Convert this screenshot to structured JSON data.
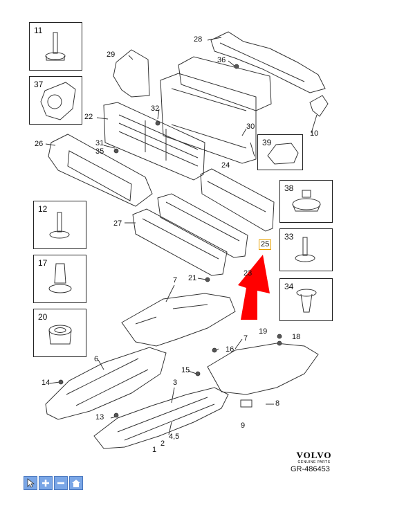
{
  "insets": [
    {
      "id": "11",
      "label": "11"
    },
    {
      "id": "37",
      "label": "37"
    },
    {
      "id": "12",
      "label": "12"
    },
    {
      "id": "17",
      "label": "17"
    },
    {
      "id": "20",
      "label": "20"
    },
    {
      "id": "38",
      "label": "38"
    },
    {
      "id": "33",
      "label": "33"
    },
    {
      "id": "34",
      "label": "34"
    },
    {
      "id": "39",
      "label": "39"
    }
  ],
  "callouts": [
    {
      "id": "28",
      "label": "28"
    },
    {
      "id": "29",
      "label": "29"
    },
    {
      "id": "36",
      "label": "36"
    },
    {
      "id": "32",
      "label": "32"
    },
    {
      "id": "22",
      "label": "22"
    },
    {
      "id": "30",
      "label": "30"
    },
    {
      "id": "10",
      "label": "10"
    },
    {
      "id": "26",
      "label": "26"
    },
    {
      "id": "31",
      "label": "31"
    },
    {
      "id": "35",
      "label": "35"
    },
    {
      "id": "24",
      "label": "24"
    },
    {
      "id": "27",
      "label": "27"
    },
    {
      "id": "25",
      "label": "25"
    },
    {
      "id": "23",
      "label": "23"
    },
    {
      "id": "21",
      "label": "21"
    },
    {
      "id": "7a",
      "label": "7"
    },
    {
      "id": "19",
      "label": "19"
    },
    {
      "id": "18",
      "label": "18"
    },
    {
      "id": "7b",
      "label": "7"
    },
    {
      "id": "16",
      "label": "16"
    },
    {
      "id": "6",
      "label": "6"
    },
    {
      "id": "15",
      "label": "15"
    },
    {
      "id": "14",
      "label": "14"
    },
    {
      "id": "3",
      "label": "3"
    },
    {
      "id": "8",
      "label": "8"
    },
    {
      "id": "9",
      "label": "9"
    },
    {
      "id": "13",
      "label": "13"
    },
    {
      "id": "45",
      "label": "4,5"
    },
    {
      "id": "2",
      "label": "2"
    },
    {
      "id": "1",
      "label": "1"
    }
  ],
  "brand": {
    "logo": "VOLVO",
    "sub": "GENUINE PARTS"
  },
  "reference": "GR-486453",
  "toolbar": [
    {
      "name": "select-tool-button",
      "icon": "cursor-icon"
    },
    {
      "name": "zoom-in-button",
      "icon": "plus-icon"
    },
    {
      "name": "zoom-out-button",
      "icon": "minus-icon"
    },
    {
      "name": "home-button",
      "icon": "home-icon"
    }
  ],
  "colors": {
    "arrow": "#ff0000",
    "highlight_border": "#e8a100",
    "toolbar": "#7aa6e6",
    "line": "#333333"
  }
}
